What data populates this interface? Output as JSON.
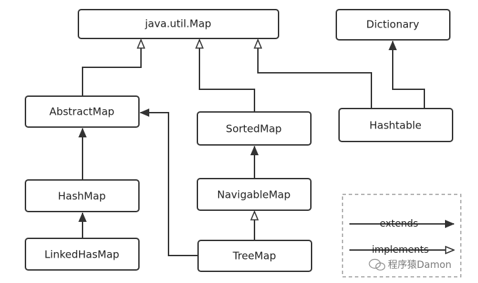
{
  "nodes": {
    "map": "java.util.Map",
    "dictionary": "Dictionary",
    "abstract_map": "AbstractMap",
    "sorted_map": "SortedMap",
    "hashtable": "Hashtable",
    "hash_map": "HashMap",
    "navigable_map": "NavigableMap",
    "linked_has_map": "LinkedHasMap",
    "tree_map": "TreeMap"
  },
  "edges": [
    {
      "from": "abstract_map",
      "to": "map",
      "kind": "implements"
    },
    {
      "from": "sorted_map",
      "to": "map",
      "kind": "implements"
    },
    {
      "from": "hashtable",
      "to": "map",
      "kind": "implements"
    },
    {
      "from": "hashtable",
      "to": "dictionary",
      "kind": "extends"
    },
    {
      "from": "hash_map",
      "to": "abstract_map",
      "kind": "extends"
    },
    {
      "from": "tree_map",
      "to": "abstract_map",
      "kind": "extends"
    },
    {
      "from": "navigable_map",
      "to": "sorted_map",
      "kind": "extends"
    },
    {
      "from": "linked_has_map",
      "to": "hash_map",
      "kind": "extends"
    },
    {
      "from": "tree_map",
      "to": "navigable_map",
      "kind": "implements"
    }
  ],
  "legend": {
    "extends": "extends",
    "implements": "implements"
  },
  "watermark": "程序猿Damon",
  "colors": {
    "line": "#333333",
    "legend_border": "#9a9a9a"
  }
}
